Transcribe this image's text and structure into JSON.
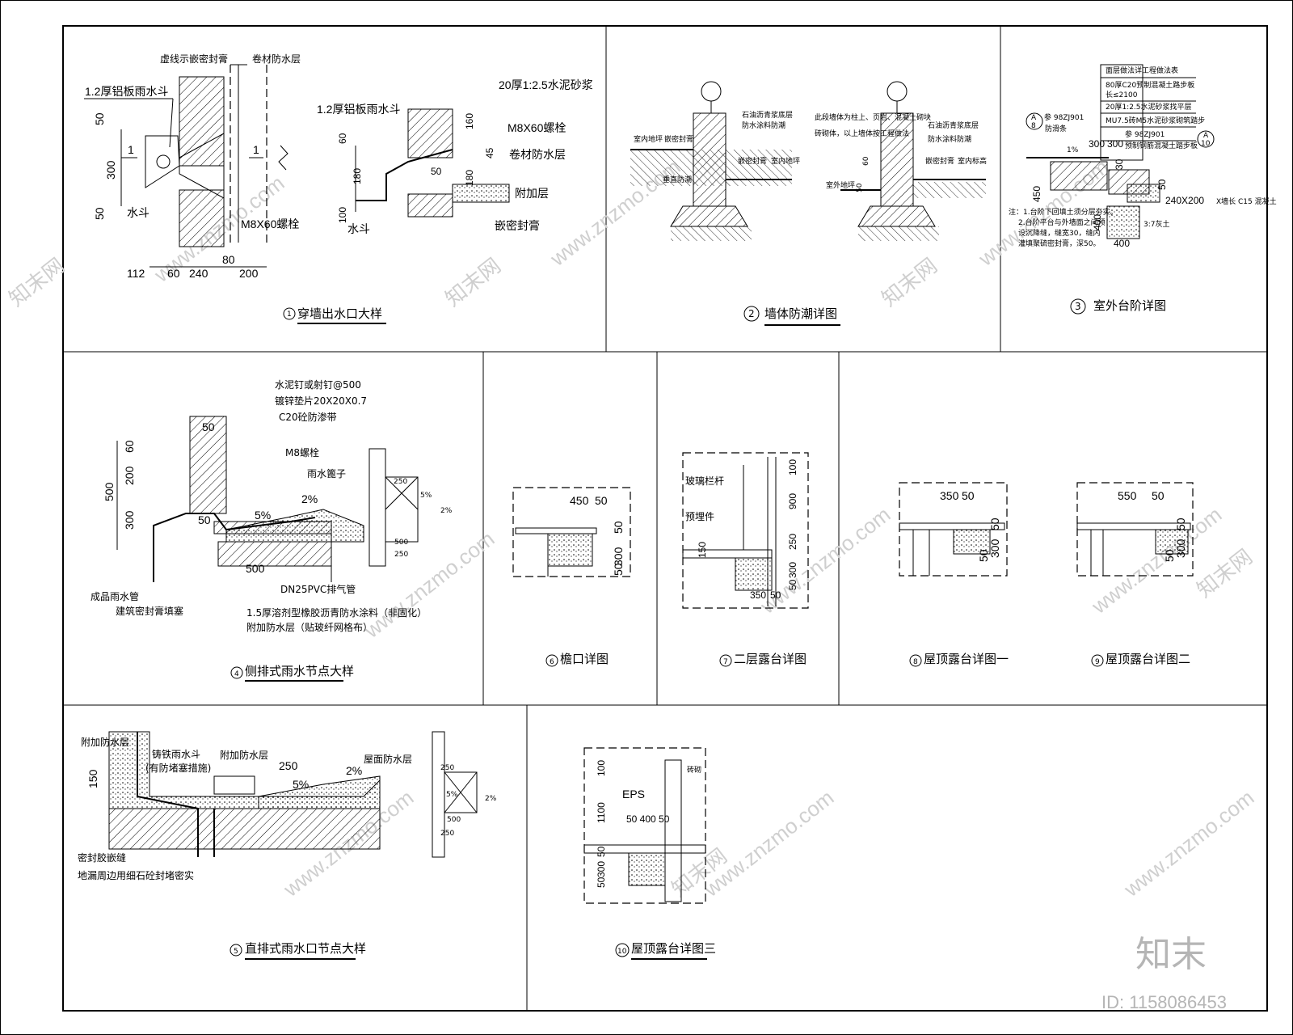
{
  "panels": {
    "p1": {
      "title": "穿墙出水口大样",
      "num": "1",
      "labels": {
        "sealant": "虚线示嵌密封膏",
        "membrane": "卷材防水层",
        "al_scupper": "1.2厚铝板雨水斗",
        "hopper": "水斗",
        "bolt": "M8X60螺栓",
        "section_mark": "1"
      },
      "dims": {
        "d50a": "50",
        "d300": "300",
        "d50b": "50",
        "d112": "112",
        "d60": "60",
        "d240": "240",
        "d80": "80",
        "d200": "200"
      },
      "detail": {
        "al_scupper": "1.2厚铝板雨水斗",
        "mortar": "20厚1:2.5水泥砂浆",
        "bolt": "M8X60螺栓",
        "membrane": "卷材防水层",
        "extra": "附加层",
        "sealant": "嵌密封膏",
        "hopper": "水斗",
        "d60": "60",
        "d180a": "180",
        "d100": "100",
        "d160": "160",
        "d45": "45",
        "d50": "50",
        "d180b": "180"
      }
    },
    "p2": {
      "title": "墙体防潮详图",
      "num": "2",
      "labels": {
        "asphalt": "石油沥青浆底层",
        "waterproof": "防水涂料防潮",
        "indoor_floor": "室内地坪",
        "sealing": "嵌密封膏",
        "vertical": "垂直防潮",
        "note": "此段墙体为柱上、页岩、混凝土砌块",
        "brick": "砖砌体，以上墙体按工程做法",
        "outdoor_floor": "室外地坪",
        "indoor_elev": "室内标高",
        "d60": "60",
        "d50": "50"
      }
    },
    "p3": {
      "title": "室外台阶详图",
      "num": "3",
      "labels": {
        "head": "面层做法详工程做法表",
        "l1": "80厚C20预制混凝土路步板",
        "l1b": "长≤2100",
        "l2": "20厚1:2.5水泥砂浆找平层",
        "l3": "MU7.5砖M5水泥砂浆砌筑踏步",
        "l4": "参 98ZJ901",
        "l5": "预制钢筋混凝土踏步板",
        "ref": "参 98ZJ901",
        "anti": "防滑条",
        "tagA": "A",
        "tagB": "8",
        "tagA2": "A",
        "tag10": "10",
        "d300a": "300",
        "d300b": "300",
        "d450": "450",
        "d30": "30",
        "d50": "50",
        "d400a": "400",
        "d400b": "400",
        "beam": "240X200",
        "beam2": "X墙长 C15 混凝土",
        "lime": "3:7灰土",
        "slope": "1%",
        "n1": "注：1.台阶下回填土须分层夯实。",
        "n2": "2.台阶平台与外墙面之间预",
        "n3": "设沉降缝，缝宽30，缝内",
        "n4": "灌填聚硫密封膏，深50。"
      }
    },
    "p4": {
      "title": "侧排式雨水节点大样",
      "num": "4",
      "labels": {
        "nail": "水泥钉或射钉@500",
        "washer": "镀锌垫片20X20X0.7",
        "c20": "C20砼防渗带",
        "m8": "M8螺栓",
        "grate": "雨水篦子",
        "pipe": "成品雨水管",
        "seal": "建筑密封膏填塞",
        "vent": "DN25PVC排气管",
        "coat": "1.5厚溶剂型橡胶沥青防水涂料（非固化）",
        "extra": "附加防水层（贴玻纤网格布）",
        "s2": "2%",
        "s5": "5%",
        "d50": "50",
        "d500": "500",
        "dv500": "500",
        "dv60": "60",
        "dv200": "200",
        "dv300": "300",
        "d250": "250",
        "d500b": "500",
        "s5b": "5%",
        "s2b": "2%",
        "d250b": "250"
      }
    },
    "p6": {
      "title": "檐口详图",
      "num": "6",
      "labels": {
        "d450": "450",
        "d50": "50",
        "d50b": "50",
        "d300": "300",
        "d50c": "50"
      }
    },
    "p7": {
      "title": "二层露台详图",
      "num": "7",
      "labels": {
        "rail": "玻璃栏杆",
        "embed": "预埋件",
        "d900": "900",
        "d100": "100",
        "d250": "250",
        "d300": "300",
        "d50": "50",
        "d150": "150",
        "d350": "350",
        "d50b": "50"
      }
    },
    "p8": {
      "title": "屋顶露台详图一",
      "num": "8",
      "labels": {
        "d350": "350",
        "d50": "50",
        "d300": "300",
        "d50b": "50",
        "d50c": "50"
      }
    },
    "p9": {
      "title": "屋顶露台详图二",
      "num": "9",
      "labels": {
        "d550": "550",
        "d50": "50",
        "d300": "300",
        "d50b": "50",
        "d50c": "50"
      }
    },
    "p5": {
      "title": "直排式雨水口节点大样",
      "num": "5",
      "labels": {
        "extra": "附加防水层",
        "cast": "铸铁雨水斗",
        "anti": "(有防堵塞措施)",
        "extra2": "附加防水层",
        "roof": "屋面防水层",
        "seal": "密封胶嵌缝",
        "drain": "地漏周边用细石砼封堵密实",
        "d150": "150",
        "d250": "250",
        "s5": "5%",
        "s2": "2%",
        "d250b": "250",
        "d500": "500",
        "d250c": "250",
        "s5b": "5%",
        "s2b": "2%"
      }
    },
    "p10": {
      "title": "屋顶露台详图三",
      "num": "10",
      "labels": {
        "eps": "EPS",
        "brick": "砖砌",
        "d100": "100",
        "d1100": "1100",
        "d50": "50",
        "d300": "300",
        "d50b": "50",
        "dims": "50 400 50"
      }
    }
  },
  "watermark": {
    "site": "www.znzmo.com",
    "brand_cn": "知末网"
  },
  "brand": {
    "name": "知末",
    "id": "ID: 1158086453"
  }
}
